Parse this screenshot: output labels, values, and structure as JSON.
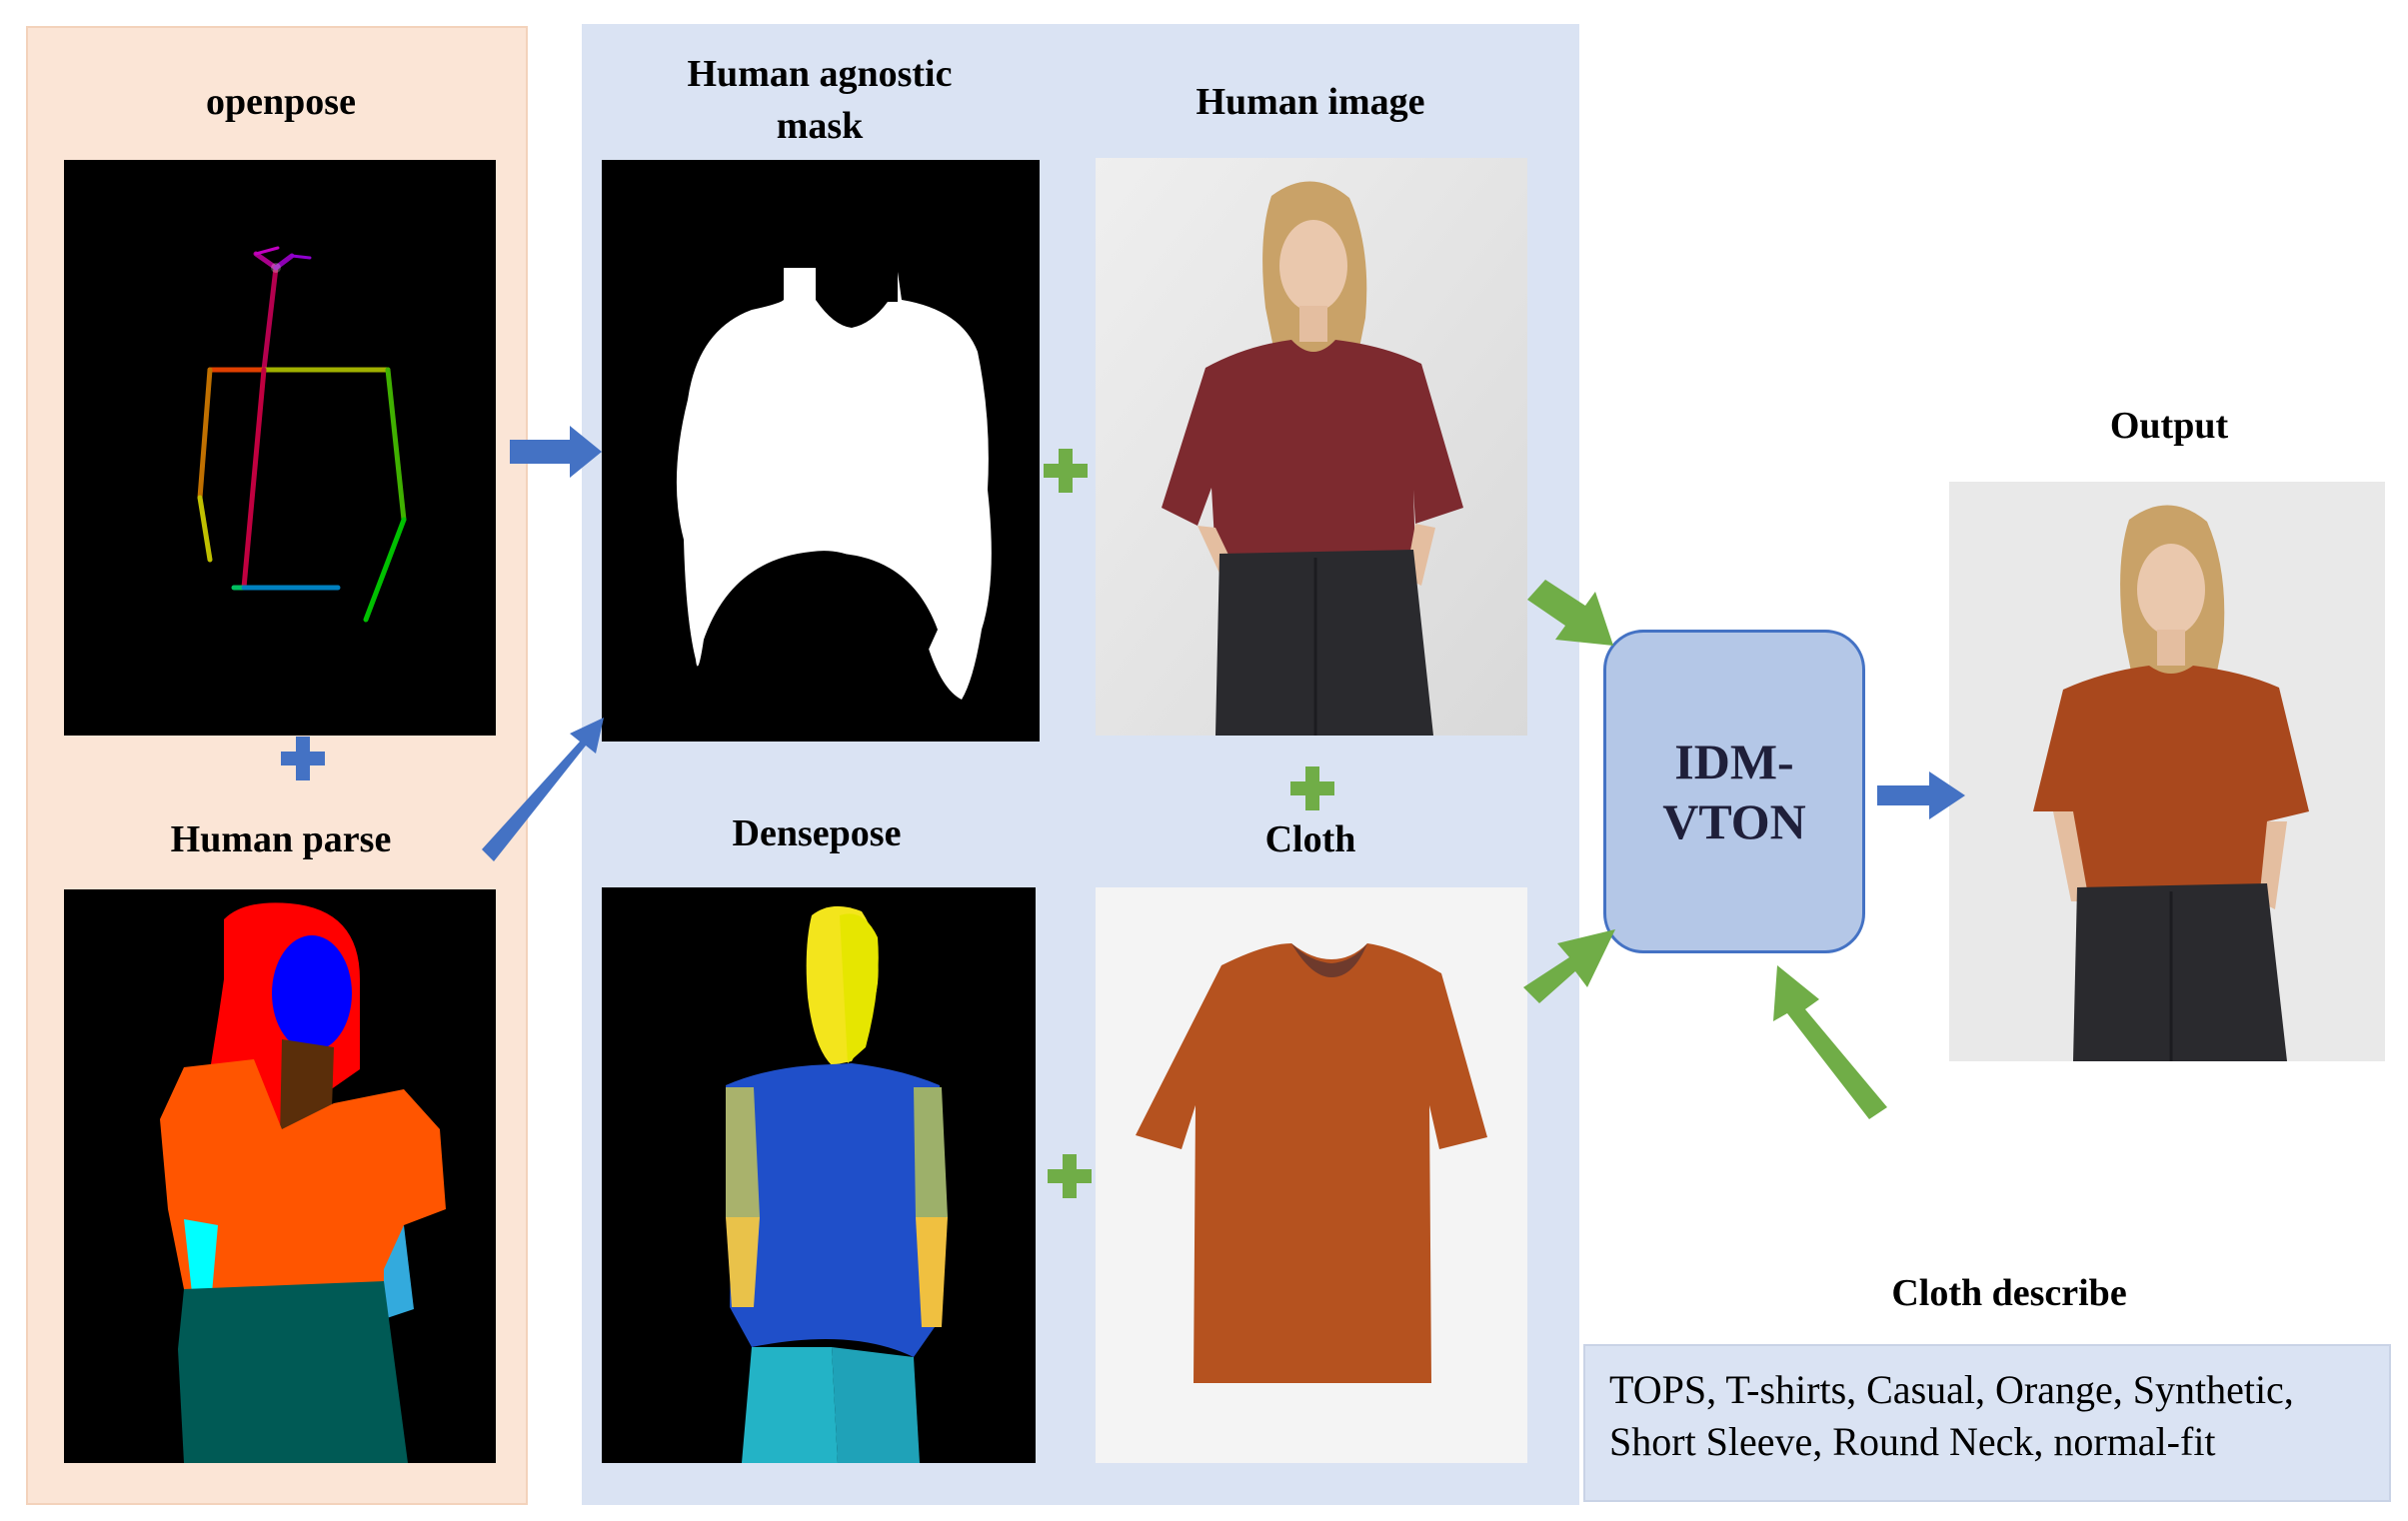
{
  "labels": {
    "openpose": "openpose",
    "human_parse": "Human parse",
    "human_agnostic_mask": "Human agnostic mask",
    "human_image": "Human image",
    "densepose": "Densepose",
    "cloth": "Cloth",
    "output": "Output",
    "cloth_describe": "Cloth describe"
  },
  "model": {
    "name": "IDM-VTON"
  },
  "cloth_description": "TOPS, T-shirts, Casual, Orange, Synthetic, Short Sleeve, Round Neck, normal-fit",
  "colors": {
    "left_panel": "#fbe5d6",
    "middle_panel": "#dae3f3",
    "blue_arrow": "#4472c4",
    "green_arrow": "#70ad47",
    "model_fill": "#b4c7e7"
  }
}
